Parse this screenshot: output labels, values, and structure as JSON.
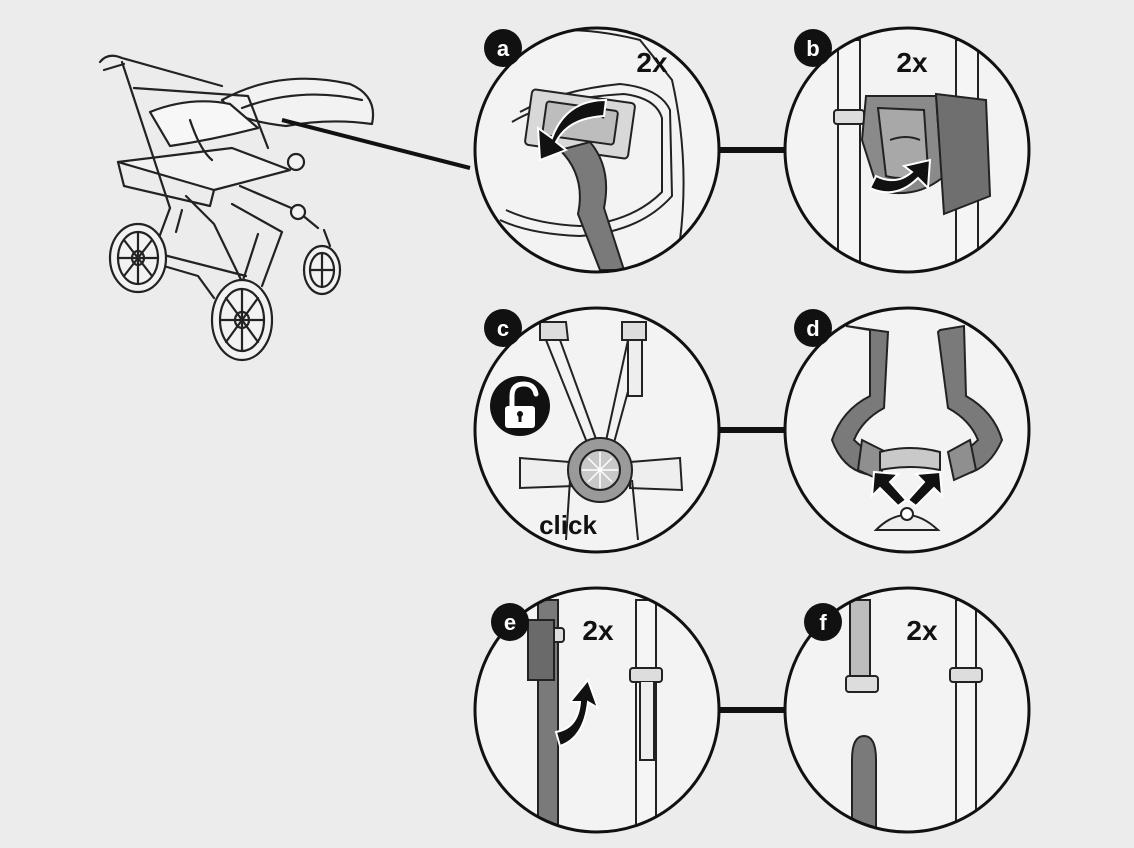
{
  "steps": [
    {
      "letter": "a",
      "note": "2x"
    },
    {
      "letter": "b",
      "note": "2x"
    },
    {
      "letter": "c",
      "note": "click"
    },
    {
      "letter": "d",
      "note": ""
    },
    {
      "letter": "e",
      "note": "2x"
    },
    {
      "letter": "f",
      "note": "2x"
    }
  ],
  "icons": {
    "unlock": "unlock-icon",
    "stroller": "stroller-icon"
  },
  "colors": {
    "background": "#ececec",
    "outline": "#1a1a1a",
    "strap": "#7a7a7a",
    "badge": "#111111"
  }
}
